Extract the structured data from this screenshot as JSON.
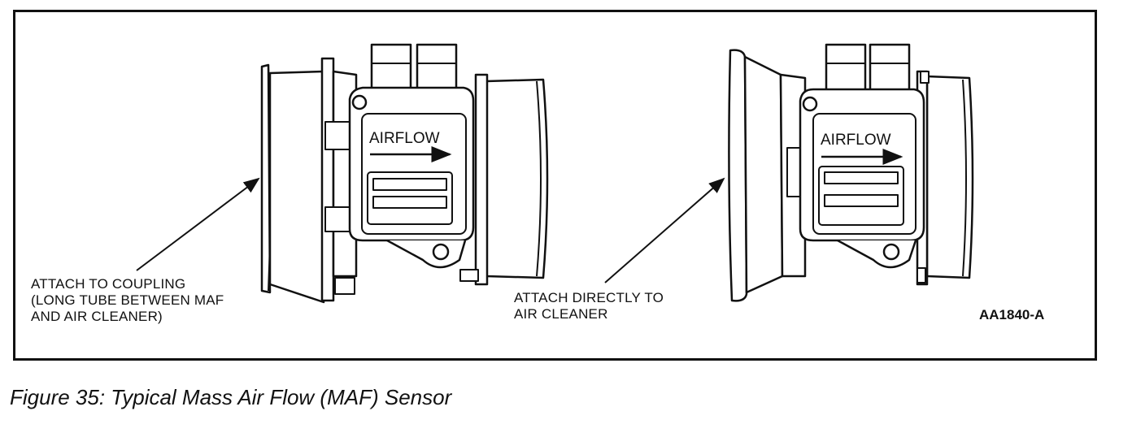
{
  "figure": {
    "caption": "Figure 35: Typical Mass Air Flow (MAF) Sensor",
    "id_label": "AA1840-A"
  },
  "sensors": [
    {
      "body_label": "AIRFLOW",
      "callout_lines": [
        "ATTACH TO COUPLING",
        "(LONG TUBE BETWEEN MAF",
        "AND AIR CLEANER)"
      ]
    },
    {
      "body_label": "AIRFLOW",
      "callout_lines": [
        "ATTACH DIRECTLY TO",
        "AIR CLEANER"
      ]
    }
  ],
  "colors": {
    "ink": "#111111",
    "paper": "#ffffff"
  }
}
